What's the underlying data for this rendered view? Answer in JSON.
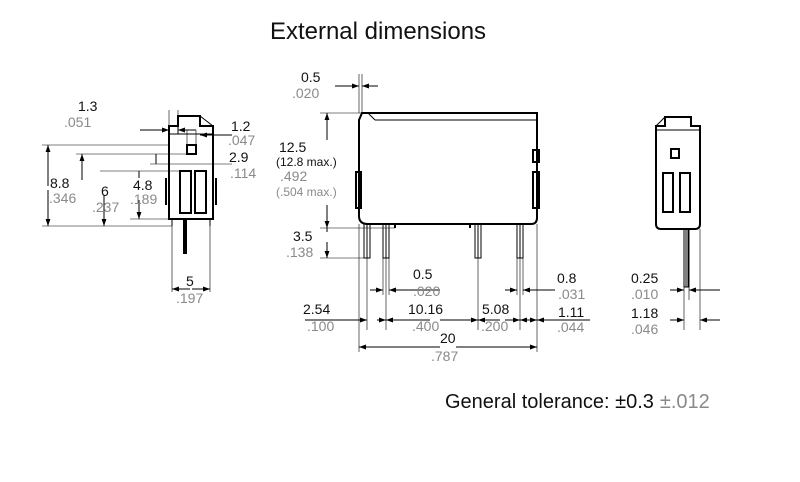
{
  "title": "External dimensions",
  "tolerance": {
    "label": "General tolerance: ±0.3",
    "inch": "±.012"
  },
  "side_view": {
    "d_1_3": {
      "mm": "1.3",
      "in": ".051"
    },
    "d_1_2": {
      "mm": "1.2",
      "in": ".047"
    },
    "d_2_9": {
      "mm": "2.9",
      "in": ".114"
    },
    "d_8_8": {
      "mm": "8.8",
      "in": ".346"
    },
    "d_6": {
      "mm": "6",
      "in": ".237"
    },
    "d_4_8": {
      "mm": "4.8",
      "in": ".189"
    },
    "d_5": {
      "mm": "5",
      "in": ".197"
    }
  },
  "front_view": {
    "d_0_5_top": {
      "mm": "0.5",
      "in": ".020"
    },
    "d_12_5": {
      "mm": "12.5",
      "note": "(12.8 max.)",
      "in": ".492",
      "in_note": "(.504 max.)"
    },
    "d_3_5": {
      "mm": "3.5",
      "in": ".138"
    },
    "d_0_5_pin": {
      "mm": "0.5",
      "in": ".020"
    },
    "d_0_8": {
      "mm": "0.8",
      "in": ".031"
    },
    "d_2_54": {
      "mm": "2.54",
      "in": ".100"
    },
    "d_10_16": {
      "mm": "10.16",
      "in": ".400"
    },
    "d_5_08": {
      "mm": "5.08",
      "in": ".200"
    },
    "d_1_11": {
      "mm": "1.11",
      "in": ".044"
    },
    "d_20": {
      "mm": "20",
      "in": ".787"
    }
  },
  "end_view": {
    "d_0_25": {
      "mm": "0.25",
      "in": ".010"
    },
    "d_1_18": {
      "mm": "1.18",
      "in": ".046"
    }
  }
}
